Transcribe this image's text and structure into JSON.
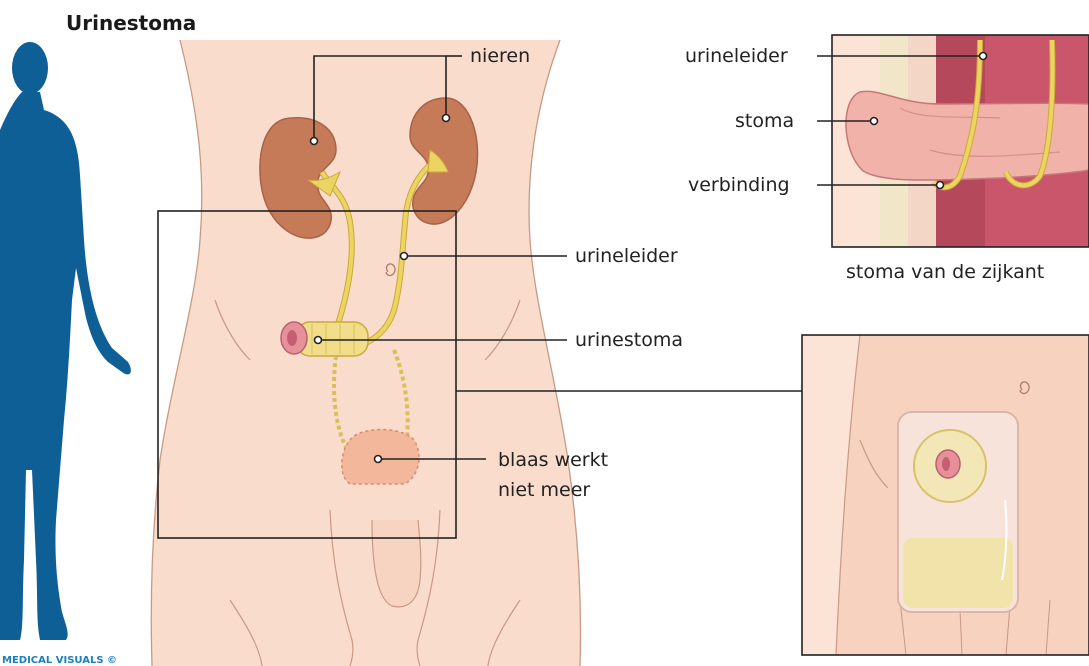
{
  "title": "Urinestoma",
  "credit": "MEDICAL VISUALS ©",
  "labels": {
    "nieren": "nieren",
    "urineleider_main": "urineleider",
    "urinestoma": "urinestoma",
    "blaas_line1": "blaas werkt",
    "blaas_line2": "niet meer",
    "urineleider_side": "urineleider",
    "stoma": "stoma",
    "verbinding": "verbinding"
  },
  "captions": {
    "side_view": "stoma van de zijkant"
  },
  "colors": {
    "silhouette": "#0f5f97",
    "skin": "#f9dccc",
    "kidney": "#c57a58",
    "ureter": "#e9cf52",
    "stoma": "#e8909a",
    "bladder": "#f3b79b",
    "credit": "#1a7fc1"
  }
}
